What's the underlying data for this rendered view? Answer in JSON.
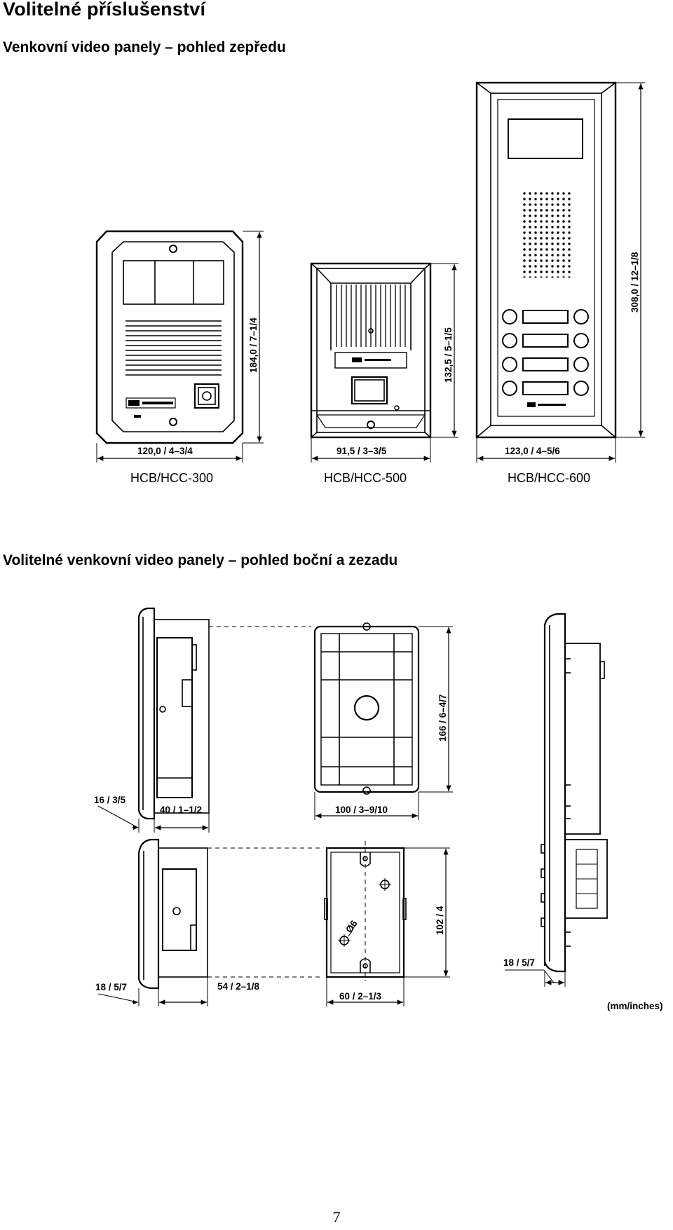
{
  "page": {
    "title": "Volitelné příslušenství",
    "section_front": "Venkovní video panely – pohled zepředu",
    "section_side": "Volitelné venkovní video panely – pohled boční a zezadu",
    "page_number": "7"
  },
  "front_view": {
    "hcc300": {
      "model": "HCB/HCC-300",
      "width": "120,0 / 4–3/4",
      "height": "184,0 / 7–1/4"
    },
    "hcc500": {
      "model": "HCB/HCC-500",
      "width": "91,5 / 3–3/5",
      "height": "132,5 / 5–1/5"
    },
    "hcc600": {
      "model": "HCB/HCC-600",
      "width": "123,0 / 4–5/6",
      "height": "308,0 / 12–1/8"
    }
  },
  "side_view": {
    "top_side_front": "16 / 3/5",
    "top_side_depth": "40 / 1–1/2",
    "top_back_width": "100 / 3–9/10",
    "top_back_height": "166 / 6–4/7",
    "bottom_side_front": "18 / 5/7",
    "bottom_side_depth": "54 / 2–1/8",
    "bottom_back_width": "60 / 2–1/3",
    "bottom_back_height": "102 / 4",
    "hole_label": "Ø6",
    "right_side_front": "18 / 5/7",
    "units": "(mm/inches)"
  },
  "colors": {
    "line": "#000000",
    "background": "#ffffff"
  }
}
